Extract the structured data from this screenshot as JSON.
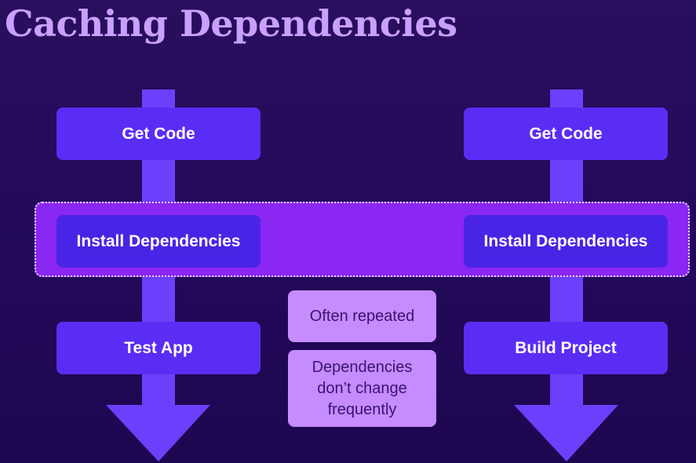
{
  "slide": {
    "title": "Caching Dependencies"
  },
  "left_pipeline": {
    "step_1": "Get Code",
    "step_2": "Install Dependencies",
    "step_3": "Test App"
  },
  "right_pipeline": {
    "step_1": "Get Code",
    "step_2": "Install Dependencies",
    "step_3": "Build Project"
  },
  "notes": {
    "note_1": "Often repeated",
    "note_2_line_1": "Dependencies",
    "note_2_line_2": "don’t change",
    "note_2_line_3": "frequently"
  },
  "colors": {
    "background": "#22095a",
    "title": "#c9a0ff",
    "arrow": "#6b3ffb",
    "step_box": "#5a2df5",
    "highlight": "#8a27f2",
    "note_box": "#c58bff"
  }
}
